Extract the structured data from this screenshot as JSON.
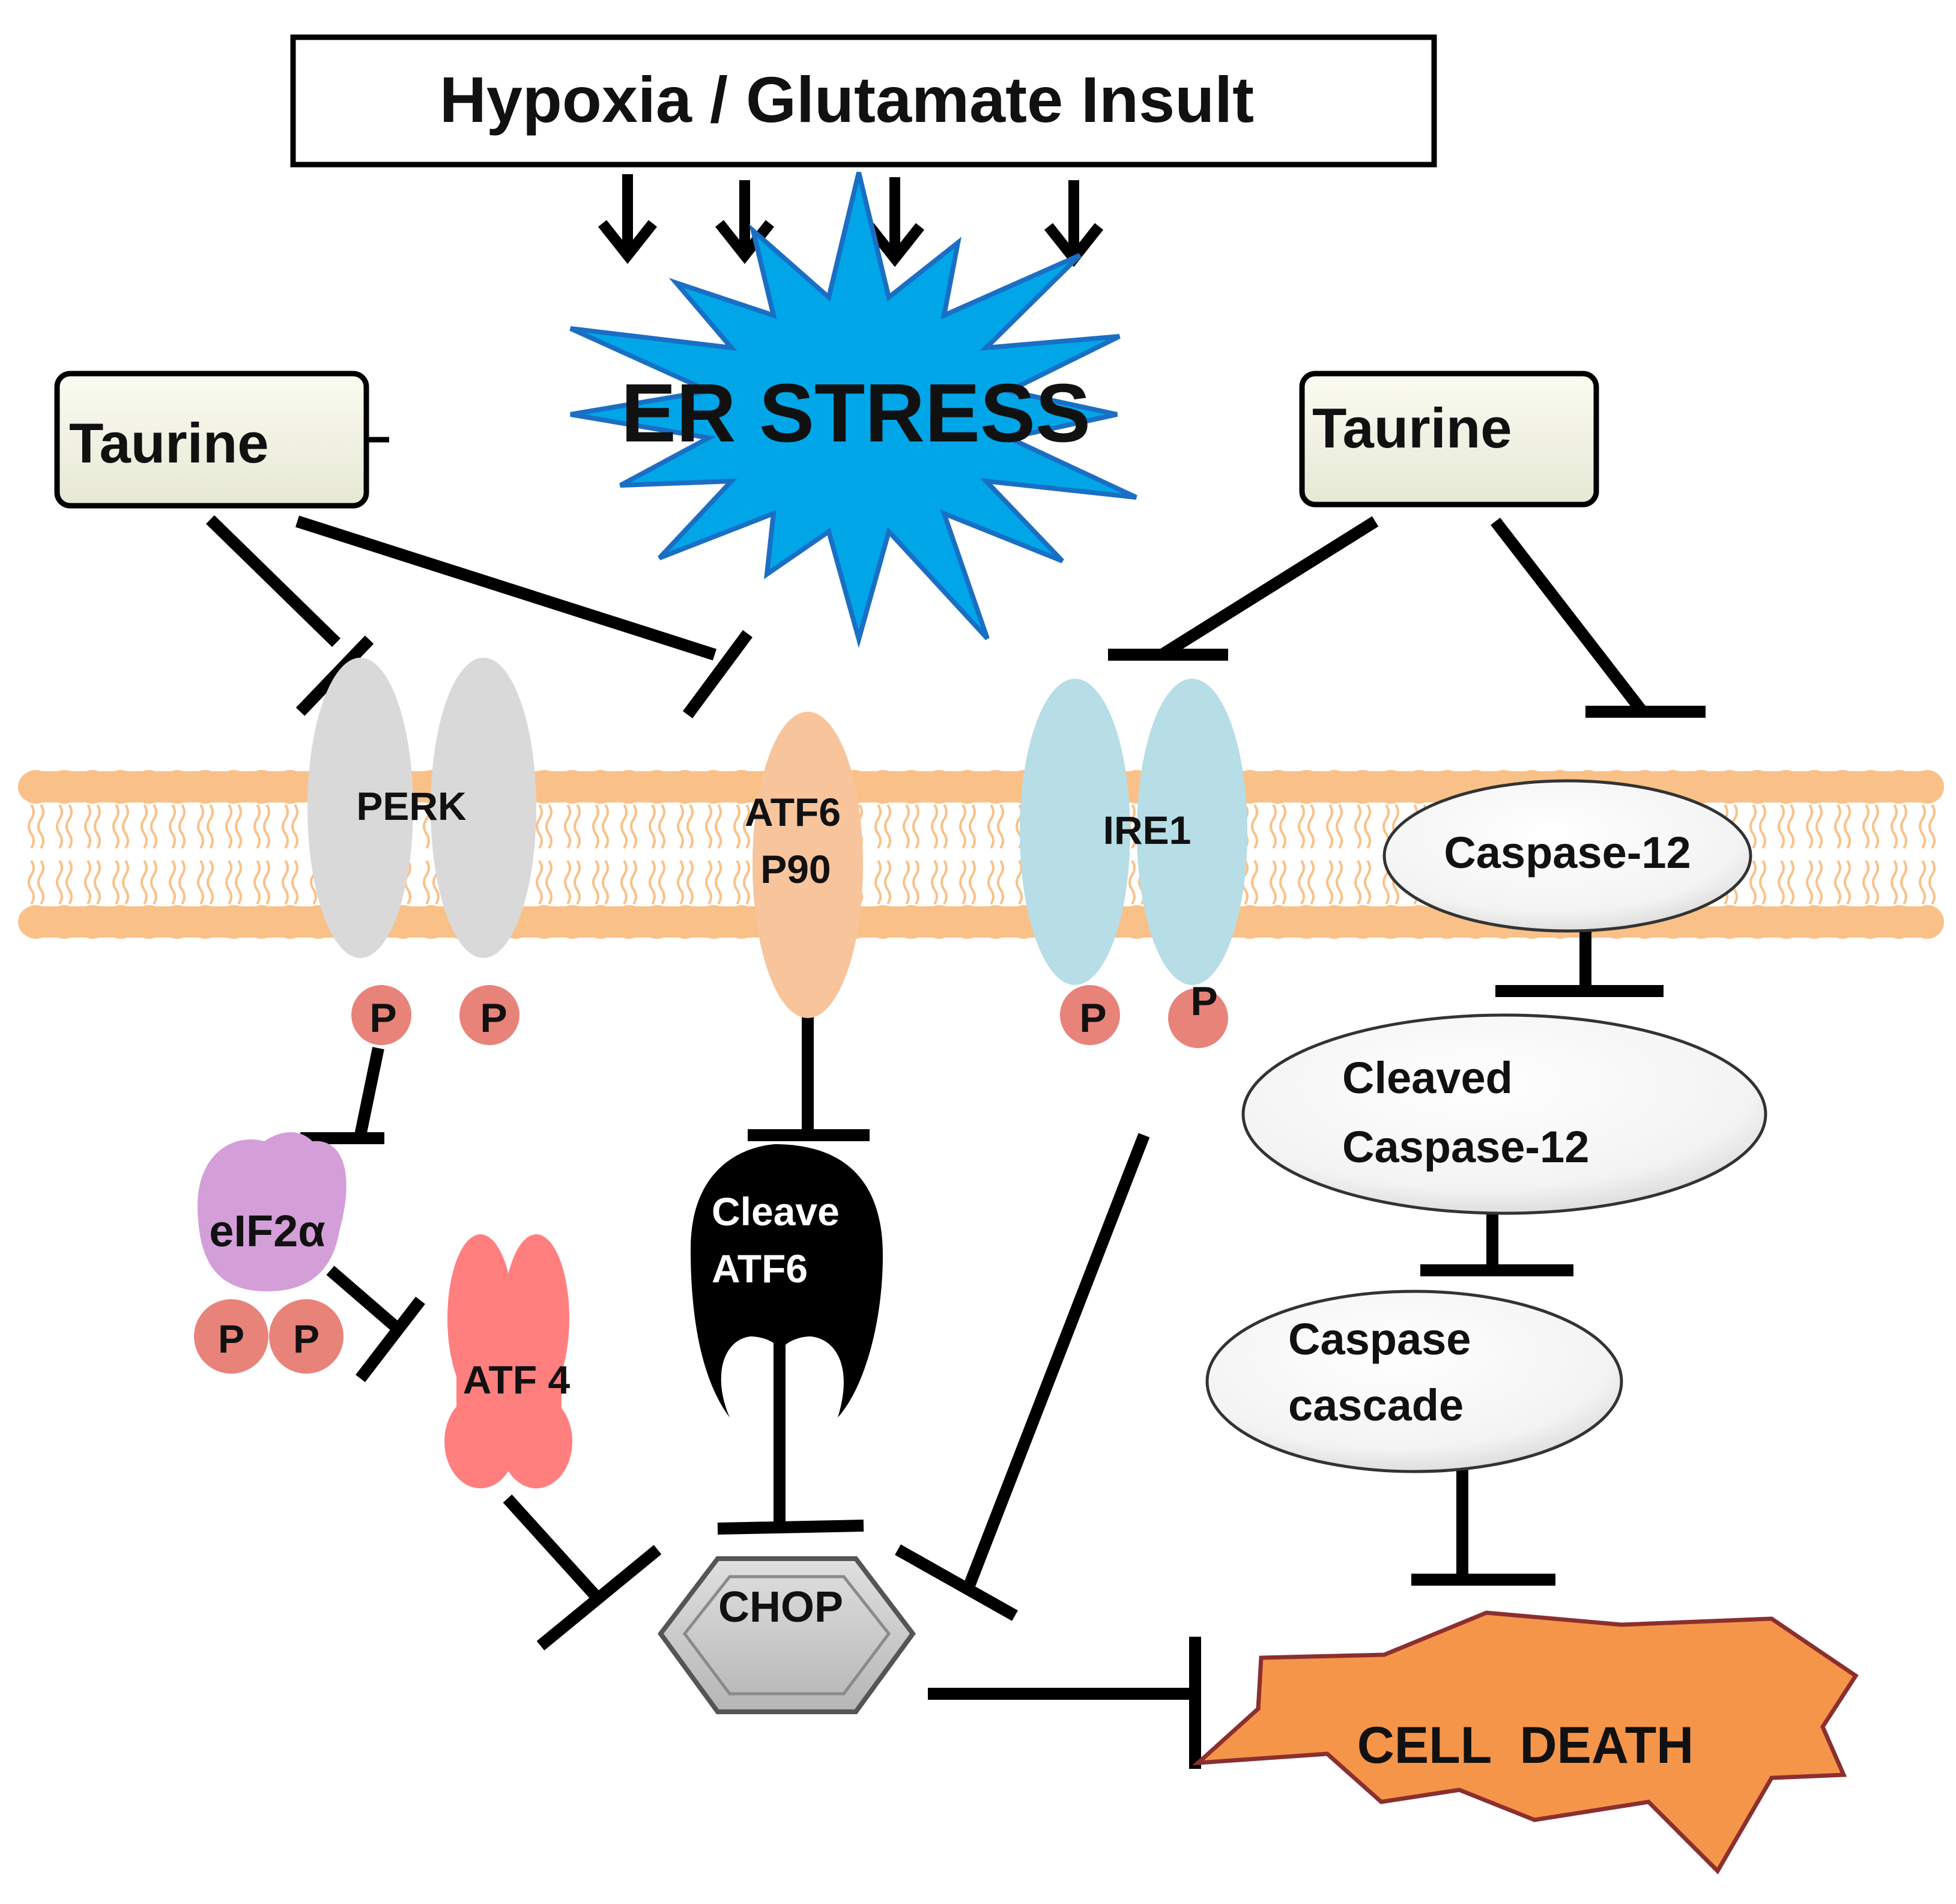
{
  "insult": {
    "label": "Hypoxia / Glutamate Insult"
  },
  "er_stress": {
    "label": "ER STRESS",
    "color": "#00a6e8",
    "border": "#1a6fc4"
  },
  "taurine_left": {
    "label": "Taurine"
  },
  "taurine_right": {
    "label": "Taurine"
  },
  "perk": {
    "label": "PERK",
    "color": "#d9d9d9",
    "phospho": [
      "P",
      "P"
    ]
  },
  "atf6_p90": {
    "line1": "ATF6",
    "line2": "P90",
    "color": "#f8c49c"
  },
  "ire1": {
    "label": "IRE1",
    "color": "#b7dde6",
    "phospho": [
      "P",
      "P"
    ]
  },
  "caspase12": {
    "label": "Caspase-12"
  },
  "cleaved_caspase12": {
    "line1": "Cleaved",
    "line2": "Caspase-12"
  },
  "caspase_cascade": {
    "line1": "Caspase",
    "line2": "cascade"
  },
  "eif2a": {
    "label": "eIF2α",
    "color": "#d49fd8",
    "phospho": [
      "P",
      "P"
    ]
  },
  "atf4": {
    "label": "ATF 4",
    "color": "#ff7f7f"
  },
  "cleaved_atf6": {
    "line1": "Cleave",
    "line2": "ATF6"
  },
  "chop": {
    "label": "CHOP"
  },
  "cell_death": {
    "label": "CELL  DEATH",
    "color": "#f5954a",
    "border": "#8b2f2f"
  },
  "colors": {
    "membrane": "#f9c188",
    "phospho": "#e8837a"
  }
}
